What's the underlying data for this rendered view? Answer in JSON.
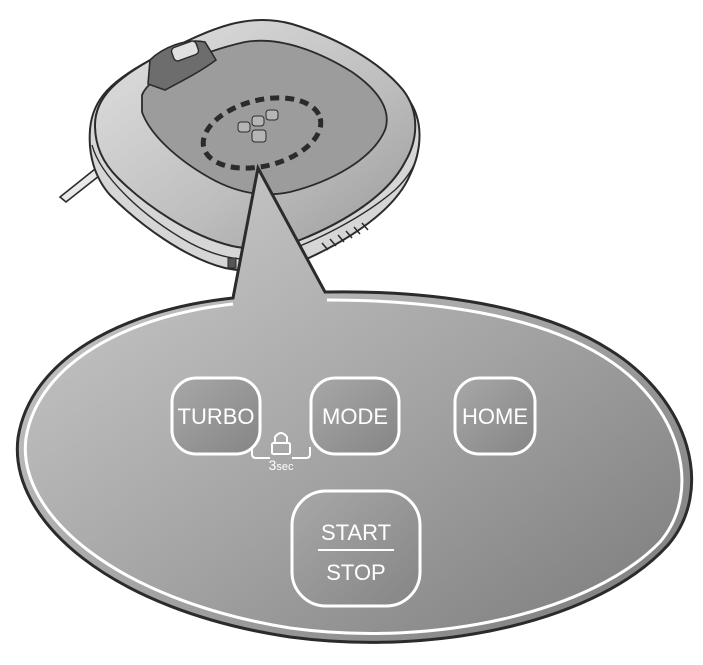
{
  "buttons": {
    "turbo": "TURBO",
    "mode": "MODE",
    "home": "HOME",
    "start": "START",
    "stop": "STOP"
  },
  "lock_hint": {
    "value": "3",
    "unit": "sec",
    "icon": "lock-icon"
  },
  "colors": {
    "panel_light": "#c9c9c9",
    "panel_dark": "#7b7b7b",
    "outline": "#2b2b2b"
  }
}
